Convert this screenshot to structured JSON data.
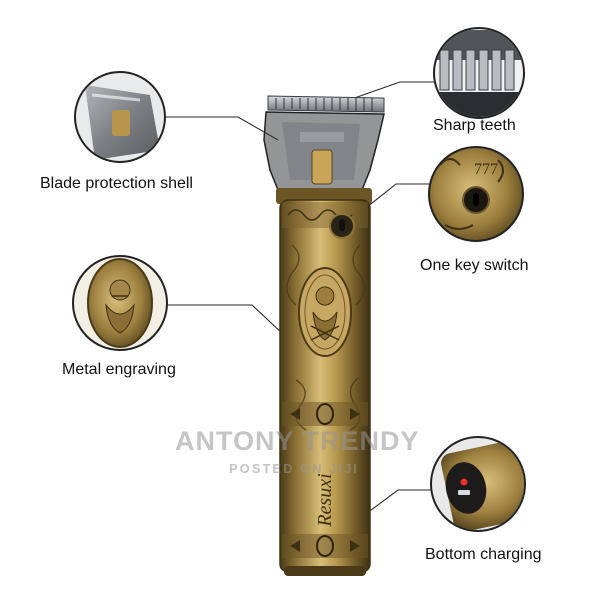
{
  "labels": {
    "sharp_teeth": "Sharp teeth",
    "blade_protection_shell": "Blade protection shell",
    "one_key_switch": "One key switch",
    "metal_engraving": "Metal engraving",
    "bottom_charging": "Bottom charging"
  },
  "product": {
    "brand_engraving": "Resuxi",
    "switch_engraving": "777"
  },
  "watermark": {
    "main": "ANTONY TRENDY",
    "sub": "POSTED ON JIJI"
  },
  "colors": {
    "gold_light": "#d8bd78",
    "gold_mid": "#a88a45",
    "gold_dark": "#5e4a20",
    "callout_line": "#2a2a2a",
    "text": "#111111"
  }
}
